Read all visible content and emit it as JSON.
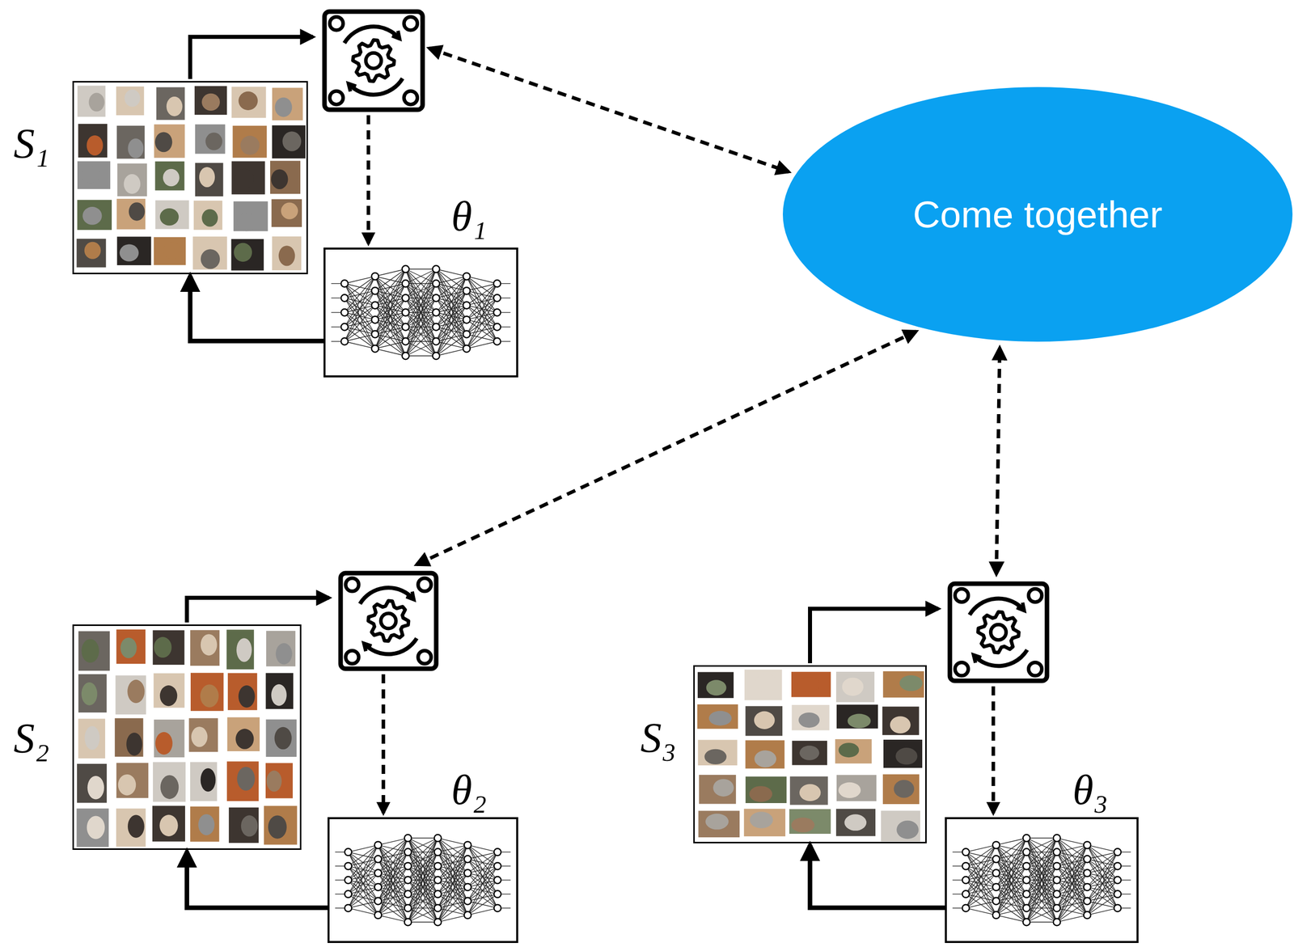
{
  "diagram": {
    "nodes": [
      {
        "text": [
          "S₁"
        ]
      },
      {
        "text": [
          "θ₁"
        ]
      },
      {
        "text": [
          "Come together"
        ]
      },
      {
        "text": [
          "S₂"
        ]
      },
      {
        "text": [
          "θ₂"
        ]
      },
      {
        "text": [
          "S₃"
        ]
      },
      {
        "text": [
          "θ₃"
        ]
      }
    ],
    "edges": [
      {
        "from": 1,
        "to": 0,
        "arrow": "to"
      },
      {
        "from": 4,
        "to": 3,
        "arrow": "to"
      },
      {
        "from": 6,
        "to": 5,
        "arrow": "to"
      }
    ]
  }
}
